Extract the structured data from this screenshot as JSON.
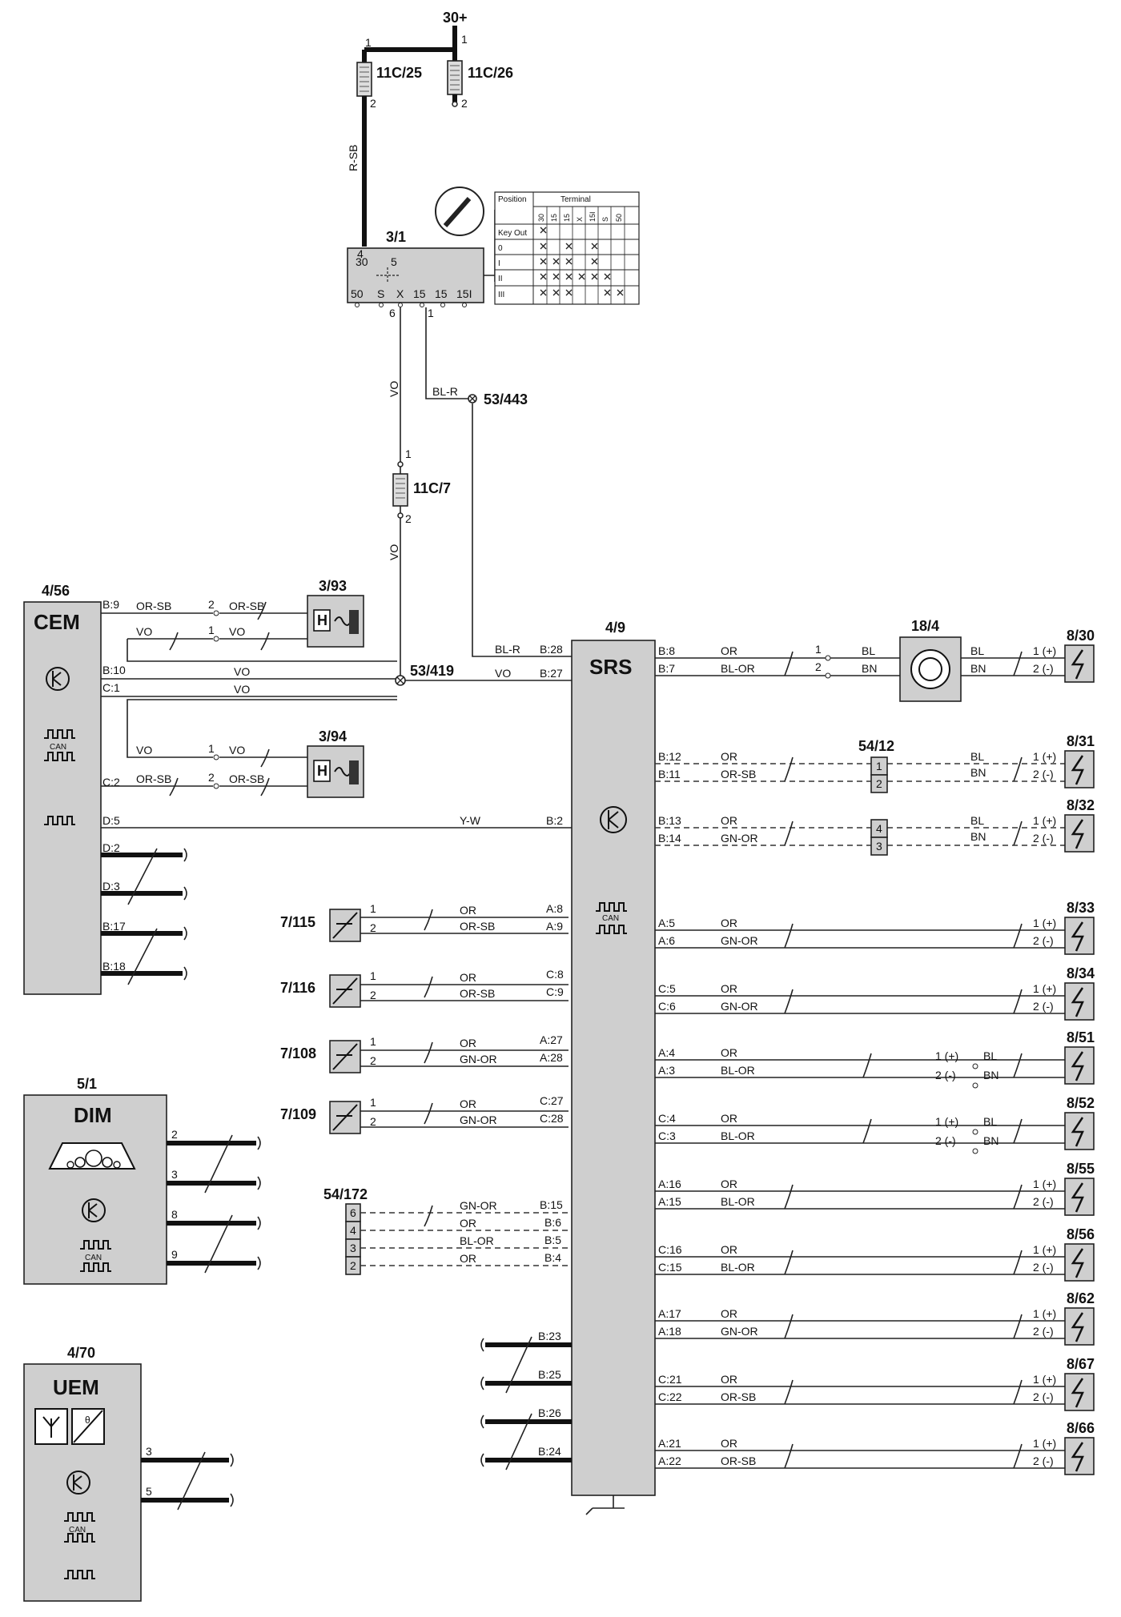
{
  "supply": {
    "label": "30+"
  },
  "fuses": [
    {
      "id": "11C/25"
    },
    {
      "id": "11C/26"
    },
    {
      "id": "11C/7"
    }
  ],
  "ignition_switch": {
    "id": "3/1",
    "terminals": [
      "50",
      "S",
      "X",
      "15",
      "15",
      "15I"
    ],
    "top_terminal": "30",
    "inner_label": "5",
    "table_header_position": "Position",
    "table_header_terminal": "Terminal",
    "table_cols": [
      "30",
      "15",
      "15",
      "X",
      "15I",
      "S",
      "50"
    ],
    "table_rows": [
      "Key Out",
      "0",
      "I",
      "II",
      "III"
    ]
  },
  "splices": [
    {
      "id": "53/443"
    },
    {
      "id": "53/419"
    }
  ],
  "modules": {
    "cem": {
      "id": "4/56",
      "name": "CEM",
      "pins": [
        "B:9",
        "B:10",
        "C:1",
        "C:2",
        "D:5",
        "D:2",
        "D:3",
        "B:17",
        "B:18"
      ]
    },
    "srs": {
      "id": "4/9",
      "name": "SRS"
    },
    "dim": {
      "id": "5/1",
      "name": "DIM",
      "pins": [
        "2",
        "3",
        "8",
        "9"
      ]
    },
    "uem": {
      "id": "4/70",
      "name": "UEM",
      "pins": [
        "3",
        "5"
      ]
    }
  },
  "can_label": "CAN",
  "relays": [
    {
      "id": "3/93"
    },
    {
      "id": "3/94"
    }
  ],
  "component_18_4": {
    "id": "18/4"
  },
  "connector_54_12": {
    "id": "54/12",
    "pins": [
      "1",
      "2",
      "4",
      "3"
    ]
  },
  "connector_54_172": {
    "id": "54/172",
    "pins": [
      "6",
      "4",
      "3",
      "2"
    ]
  },
  "sensors": [
    {
      "id": "7/115",
      "pins": [
        "A:8",
        "A:9"
      ],
      "wires": [
        "OR",
        "OR-SB"
      ]
    },
    {
      "id": "7/116",
      "pins": [
        "C:8",
        "C:9"
      ],
      "wires": [
        "OR",
        "OR-SB"
      ]
    },
    {
      "id": "7/108",
      "pins": [
        "A:27",
        "A:28"
      ],
      "wires": [
        "OR",
        "GN-OR"
      ]
    },
    {
      "id": "7/109",
      "pins": [
        "C:27",
        "C:28"
      ],
      "wires": [
        "OR",
        "GN-OR"
      ]
    }
  ],
  "ports_54_172": {
    "pins": [
      "B:15",
      "B:6",
      "B:5",
      "B:4"
    ],
    "wires": [
      "GN-OR",
      "OR",
      "BL-OR",
      "OR"
    ]
  },
  "srs_ground_pins": [
    "B:23",
    "B:25",
    "B:26",
    "B:24"
  ],
  "cem_wires": {
    "vo": "VO",
    "or_sb": "OR-SB",
    "yw": "Y-W",
    "srs_b2": "B:2"
  },
  "srs_in": {
    "b28": "B:28",
    "b27": "B:27",
    "blr": "BL-R",
    "vo": "VO"
  },
  "vertical_wires": {
    "rsb": "R-SB",
    "vo": "VO",
    "blr": "BL-R"
  },
  "outputs": [
    {
      "id": "8/30",
      "pins": [
        "B:8",
        "B:7"
      ],
      "wires": [
        "OR",
        "BL-OR"
      ],
      "far": [
        "BL",
        "BN"
      ]
    },
    {
      "id": "8/31",
      "pins": [
        "B:12",
        "B:11"
      ],
      "wires": [
        "OR",
        "OR-SB"
      ],
      "far": [
        "BL",
        "BN"
      ]
    },
    {
      "id": "8/32",
      "pins": [
        "B:13",
        "B:14"
      ],
      "wires": [
        "OR",
        "GN-OR"
      ],
      "far": [
        "BL",
        "BN"
      ]
    },
    {
      "id": "8/33",
      "pins": [
        "A:5",
        "A:6"
      ],
      "wires": [
        "OR",
        "GN-OR"
      ]
    },
    {
      "id": "8/34",
      "pins": [
        "C:5",
        "C:6"
      ],
      "wires": [
        "OR",
        "GN-OR"
      ]
    },
    {
      "id": "8/51",
      "pins": [
        "A:4",
        "A:3"
      ],
      "wires": [
        "OR",
        "BL-OR"
      ],
      "far": [
        "BL",
        "BN"
      ]
    },
    {
      "id": "8/52",
      "pins": [
        "C:4",
        "C:3"
      ],
      "wires": [
        "OR",
        "BL-OR"
      ],
      "far": [
        "BL",
        "BN"
      ]
    },
    {
      "id": "8/55",
      "pins": [
        "A:16",
        "A:15"
      ],
      "wires": [
        "OR",
        "BL-OR"
      ]
    },
    {
      "id": "8/56",
      "pins": [
        "C:16",
        "C:15"
      ],
      "wires": [
        "OR",
        "BL-OR"
      ]
    },
    {
      "id": "8/62",
      "pins": [
        "A:17",
        "A:18"
      ],
      "wires": [
        "OR",
        "GN-OR"
      ]
    },
    {
      "id": "8/67",
      "pins": [
        "C:21",
        "C:22"
      ],
      "wires": [
        "OR",
        "OR-SB"
      ]
    },
    {
      "id": "8/66",
      "pins": [
        "A:21",
        "A:22"
      ],
      "wires": [
        "OR",
        "OR-SB"
      ]
    }
  ],
  "out_pins": [
    "1 (+)",
    "2 (-)"
  ],
  "pin_numbers": {
    "one": "1",
    "two": "2",
    "four": "4",
    "six": "6"
  },
  "wire_codes": {
    "bl": "BL",
    "bn": "BN"
  }
}
